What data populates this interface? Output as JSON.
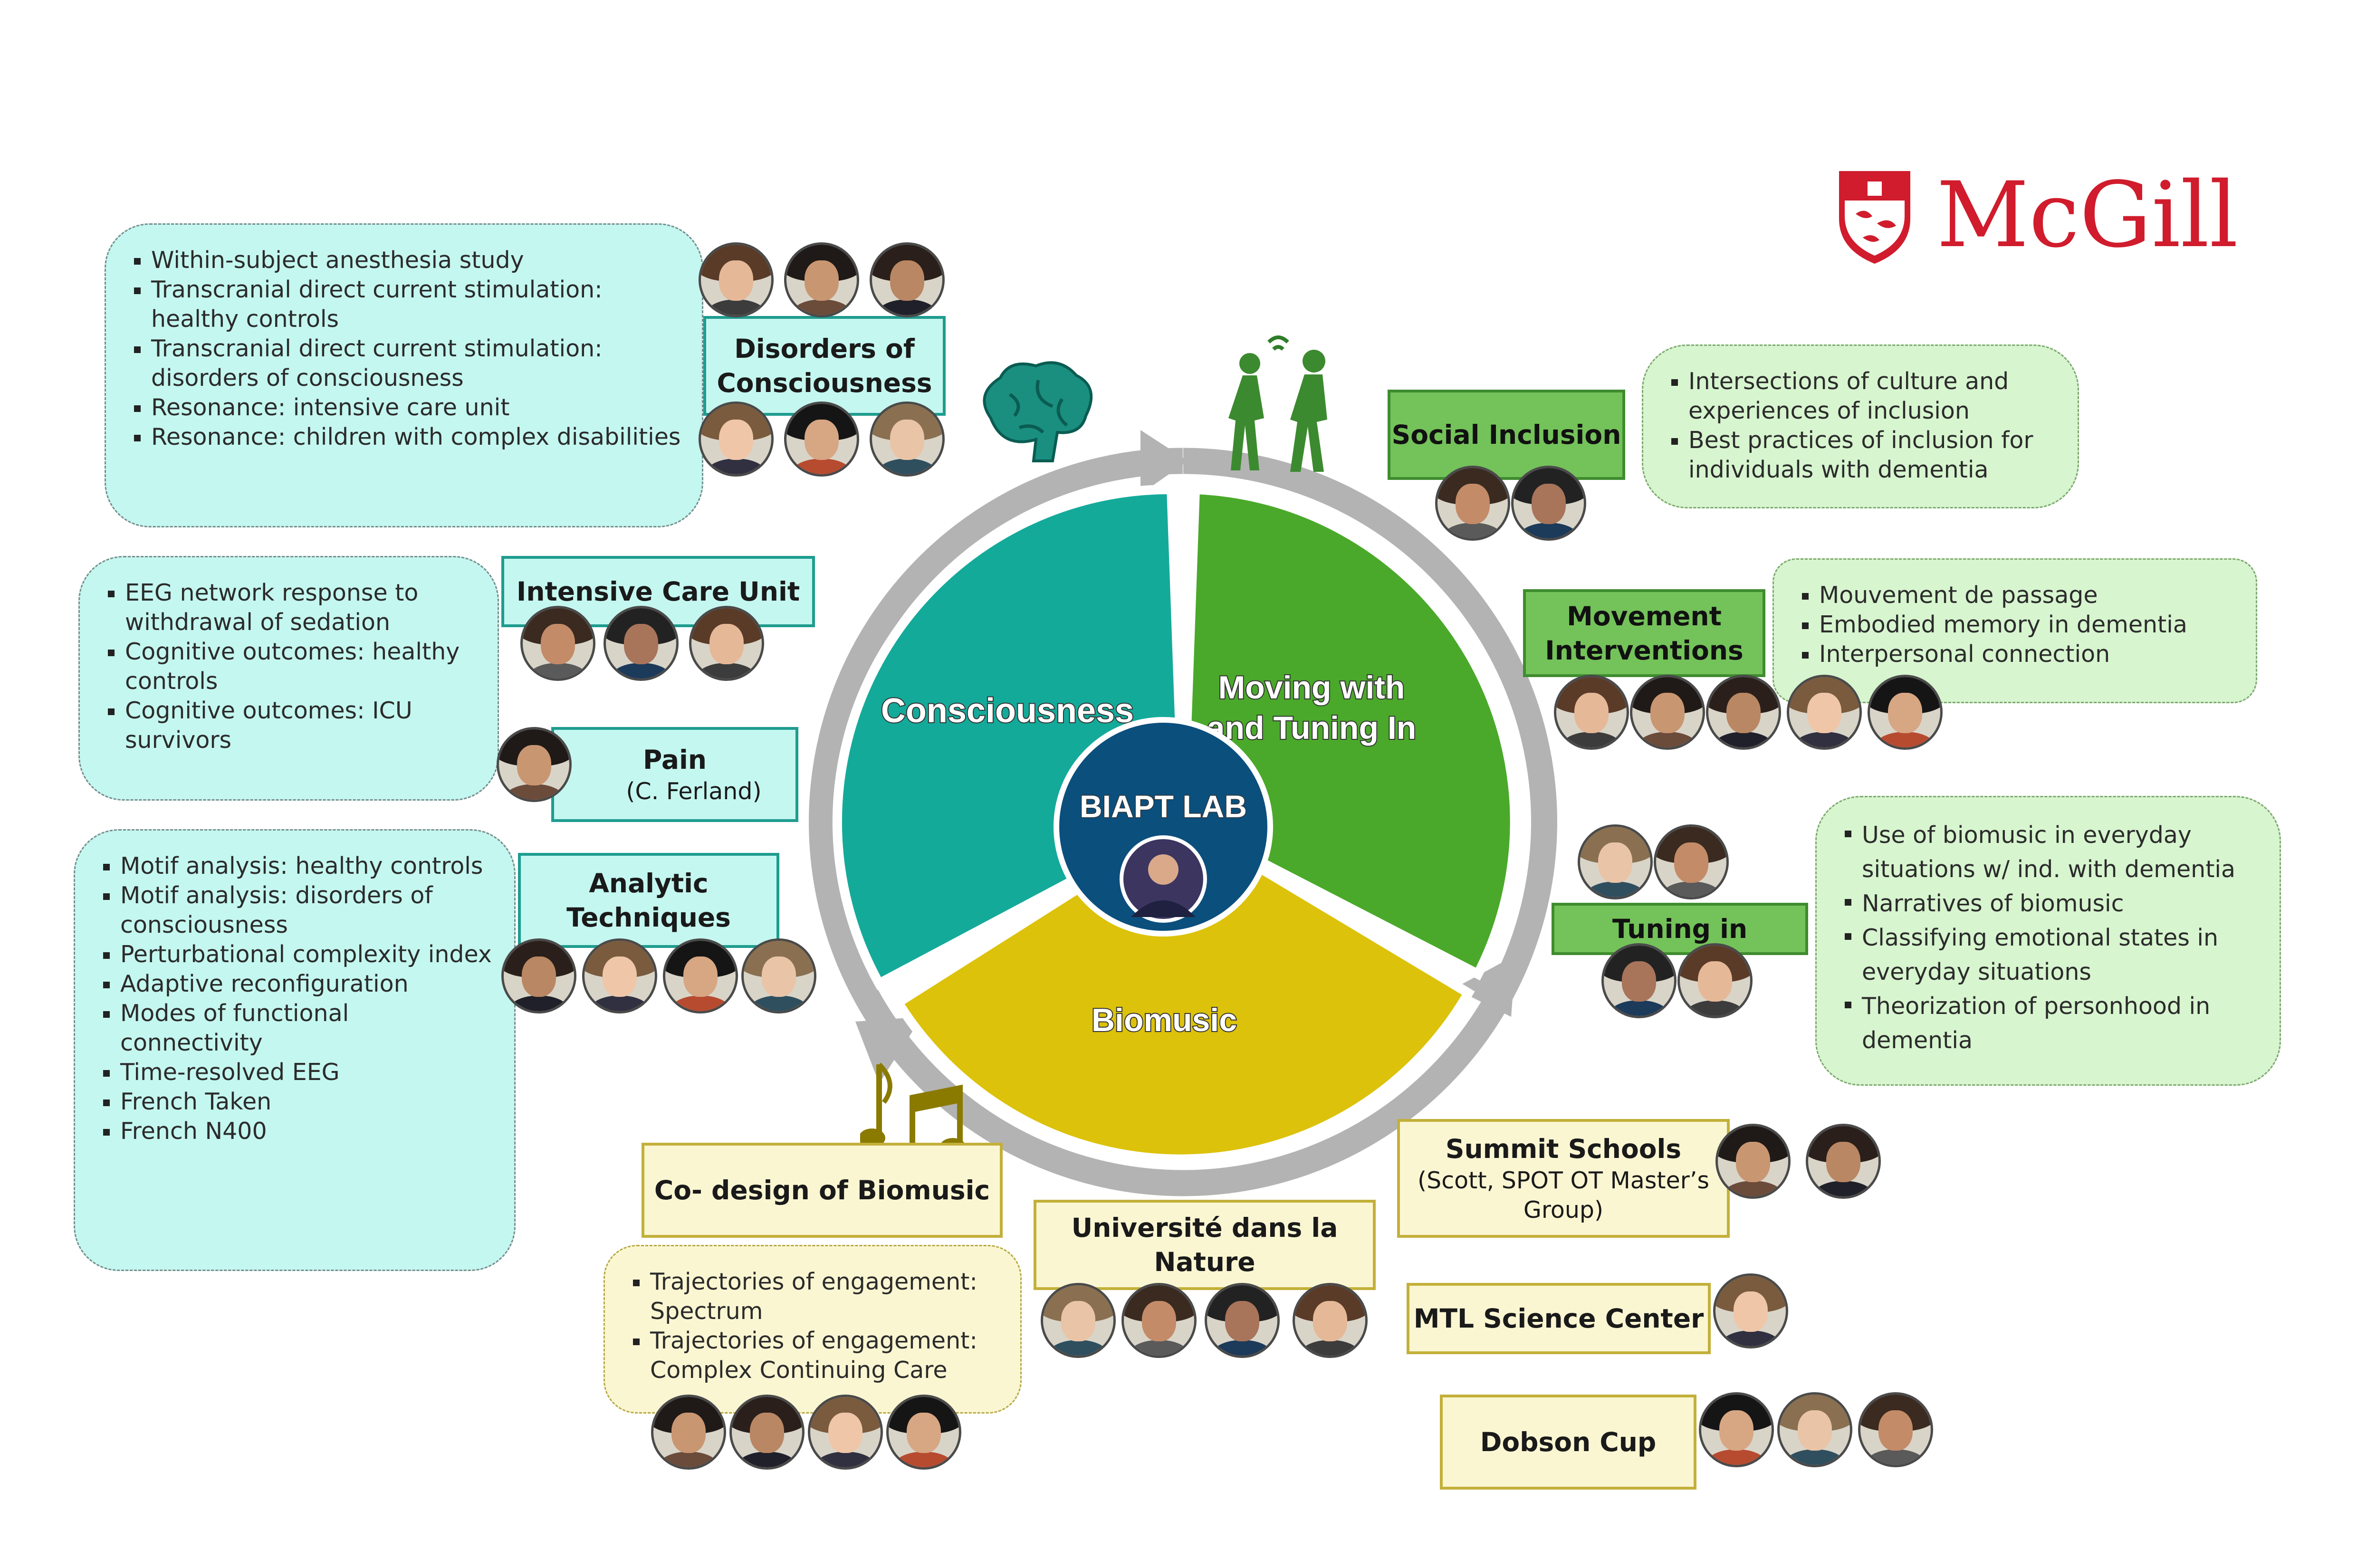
{
  "logo": {
    "wordmark": "McGill",
    "color": "#d01c2c"
  },
  "hub": {
    "title": "BIAPT LAB"
  },
  "wheel": {
    "consciousness": {
      "label": "Consciousness",
      "color": "#14aa9a"
    },
    "moving": {
      "line1": "Moving with",
      "line2": "and Tuning In",
      "color": "#4aa92a"
    },
    "biomusic": {
      "label": "Biomusic",
      "color": "#dcc20a"
    }
  },
  "icons": {
    "consciousness": "brain-icon",
    "moving": "walking-people-icon",
    "biomusic": "music-notes-icon"
  },
  "labels": {
    "disorders": "Disorders of Consciousness",
    "icu": "Intensive Care Unit",
    "pain": "Pain",
    "pain_sub": "(C. Ferland)",
    "analytic": "Analytic Techniques",
    "social": "Social Inclusion",
    "movement": "Movement Interventions",
    "tuning": "Tuning in",
    "codesign": "Co- design of Biomusic",
    "universite": "Université dans la Nature",
    "summit": "Summit Schools",
    "summit_sub": "(Scott, SPOT OT Master’s Group)",
    "mtl": "MTL Science Center",
    "dobson": "Dobson Cup"
  },
  "lists": {
    "disorders": [
      "Within-subject anesthesia study",
      "Transcranial direct current stimulation: healthy controls",
      "Transcranial direct current stimulation: disorders of consciousness",
      "Resonance: intensive care unit",
      "Resonance: children with complex disabilities"
    ],
    "icu": [
      "EEG network response to withdrawal of sedation",
      "Cognitive outcomes: healthy controls",
      "Cognitive outcomes: ICU survivors"
    ],
    "analytic": [
      "Motif analysis: healthy controls",
      "Motif analysis: disorders of consciousness",
      "Perturbational complexity index",
      "Adaptive reconfiguration",
      "Modes of functional connectivity",
      "Time-resolved EEG",
      "French Taken",
      "French N400"
    ],
    "social": [
      "Intersections of culture and experiences of inclusion",
      "Best practices of inclusion for individuals with dementia"
    ],
    "movement": [
      "Mouvement de passage",
      "Embodied memory in dementia",
      "Interpersonal connection"
    ],
    "tuning": [
      "Use of biomusic in everyday situations w/ ind. with dementia",
      "Narratives of biomusic",
      "Classifying emotional states in everyday situations",
      "Theorization of personhood in dementia"
    ],
    "codesign": [
      "Trajectories of engagement: Spectrum",
      "Trajectories of engagement: Complex Continuing Care"
    ]
  }
}
